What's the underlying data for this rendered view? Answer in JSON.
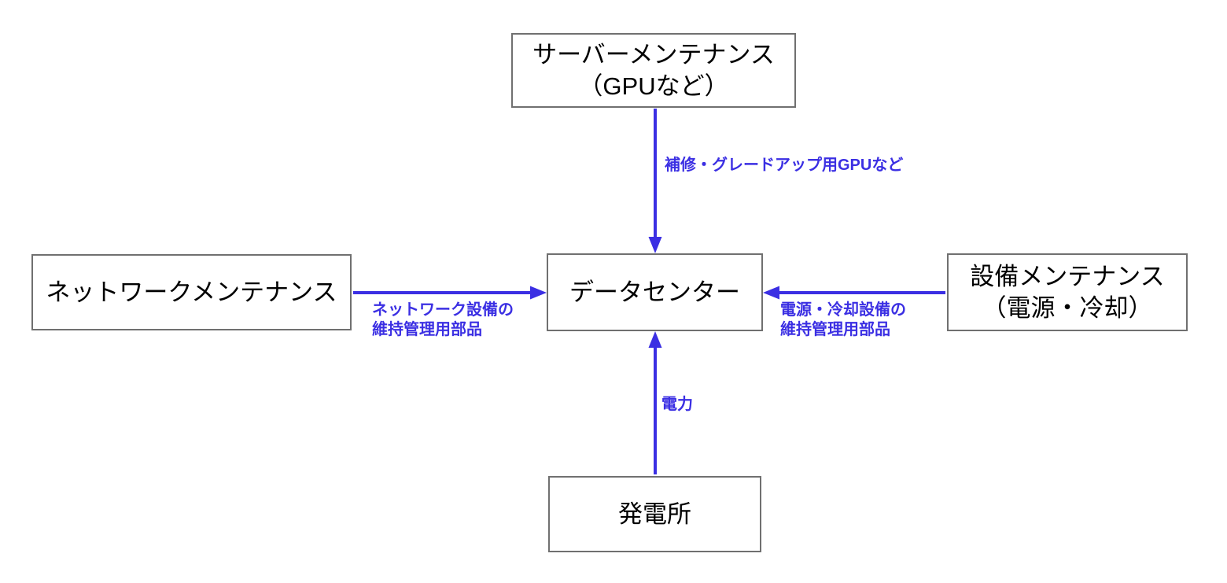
{
  "diagram": {
    "accent_color": "#3b2fe3",
    "box_border_color": "#707070",
    "nodes": {
      "server_maintenance": {
        "line1": "サーバーメンテナンス",
        "line2": "（GPUなど）"
      },
      "network_maintenance": {
        "label": "ネットワークメンテナンス"
      },
      "data_center": {
        "label": "データセンター"
      },
      "facility_maintenance": {
        "line1": "設備メンテナンス",
        "line2": "（電源・冷却）"
      },
      "power_plant": {
        "label": "発電所"
      }
    },
    "edges": {
      "gpu_supply": {
        "label": "補修・グレードアップ用GPUなど"
      },
      "network_parts": {
        "line1": "ネットワーク設備の",
        "line2": "維持管理用部品"
      },
      "power_cooling_parts": {
        "line1": "電源・冷却設備の",
        "line2": "維持管理用部品"
      },
      "electricity": {
        "label": "電力"
      }
    }
  }
}
